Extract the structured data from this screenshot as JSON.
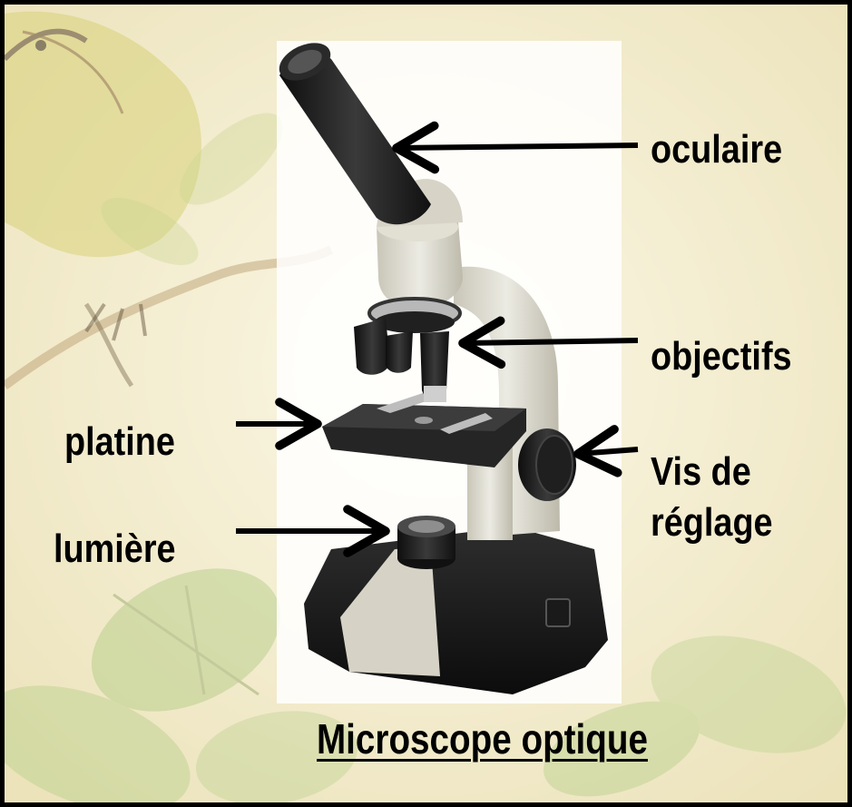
{
  "labels": {
    "oculaire": "oculaire",
    "objectifs": "objectifs",
    "platine": "platine",
    "lumiere": "lumière",
    "vis_line1": "Vis de",
    "vis_line2": "réglage"
  },
  "caption": "Microscope optique",
  "colors": {
    "border": "#000000",
    "background": "#f3edcf",
    "microscope_body": "#d9d6c9",
    "microscope_dark": "#1c1c1c",
    "arrow": "#000000",
    "text": "#000000"
  }
}
